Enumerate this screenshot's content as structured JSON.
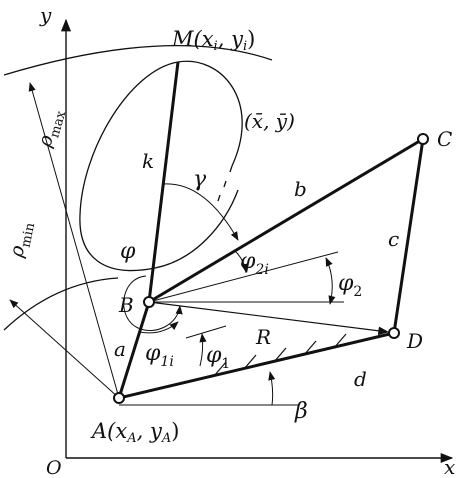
{
  "diagram": {
    "axes": {
      "x_label": "x",
      "y_label": "y",
      "origin_label": "O"
    },
    "points": {
      "M": "M(x",
      "M_sub": "i",
      "M_mid": ", y",
      "M_sub2": "i",
      "M_end": ")",
      "centroid": "(x̄, ȳ)",
      "B": "B",
      "C": "C",
      "D": "D",
      "A": "A(x",
      "A_sub": "A",
      "A_mid": ", y",
      "A_sub2": "A",
      "A_end": ")"
    },
    "links": {
      "k": "k",
      "b": "b",
      "c": "c",
      "a": "a",
      "R": "R",
      "d": "d"
    },
    "angles": {
      "gamma": "γ",
      "phi": "φ",
      "phi2i": "φ",
      "phi2i_sub": "2i",
      "phi2": "φ",
      "phi2_sub": "2",
      "phi1i": "φ",
      "phi1i_sub": "1i",
      "phi1": "φ",
      "phi1_sub": "1",
      "beta": "β"
    },
    "radii": {
      "rho_max": "ρ",
      "rho_max_sub": "max",
      "rho_min": "ρ",
      "rho_min_sub": "min"
    }
  }
}
